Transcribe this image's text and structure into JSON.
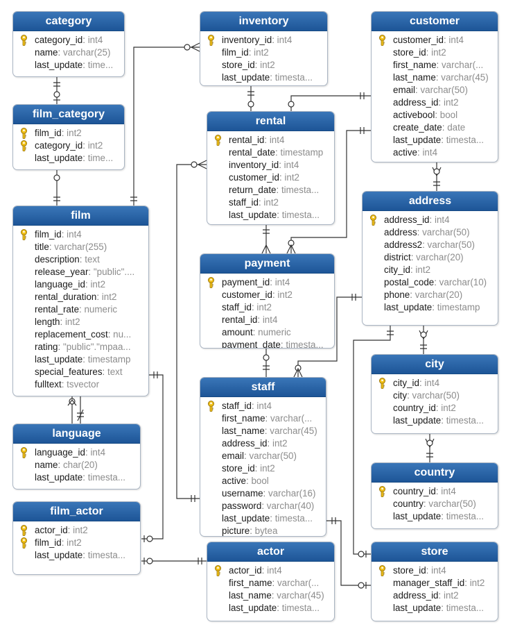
{
  "colors": {
    "header_top": "#3a76b8",
    "header_bottom": "#1d5597",
    "column_name": "#1a1a1a",
    "column_type": "#8c8c8c",
    "line": "#333333"
  },
  "icons": {
    "primary_key": "key-icon"
  },
  "tables": {
    "category": {
      "name": "category",
      "columns": [
        {
          "name": "category_id",
          "type": "int4",
          "pk": true
        },
        {
          "name": "name",
          "type": "varchar(25)"
        },
        {
          "name": "last_update",
          "type": "time..."
        }
      ]
    },
    "film_category": {
      "name": "film_category",
      "columns": [
        {
          "name": "film_id",
          "type": "int2",
          "pk": true
        },
        {
          "name": "category_id",
          "type": "int2",
          "pk": true
        },
        {
          "name": "last_update",
          "type": "time..."
        }
      ]
    },
    "film": {
      "name": "film",
      "columns": [
        {
          "name": "film_id",
          "type": "int4",
          "pk": true
        },
        {
          "name": "title",
          "type": "varchar(255)"
        },
        {
          "name": "description",
          "type": "text"
        },
        {
          "name": "release_year",
          "type": "\"public\"...."
        },
        {
          "name": "language_id",
          "type": "int2"
        },
        {
          "name": "rental_duration",
          "type": "int2"
        },
        {
          "name": "rental_rate",
          "type": "numeric"
        },
        {
          "name": "length",
          "type": "int2"
        },
        {
          "name": "replacement_cost",
          "type": "nu..."
        },
        {
          "name": "rating",
          "type": "\"public\".\"mpaa..."
        },
        {
          "name": "last_update",
          "type": "timestamp"
        },
        {
          "name": "special_features",
          "type": "text"
        },
        {
          "name": "fulltext",
          "type": "tsvector"
        }
      ]
    },
    "language": {
      "name": "language",
      "columns": [
        {
          "name": "language_id",
          "type": "int4",
          "pk": true
        },
        {
          "name": "name",
          "type": "char(20)"
        },
        {
          "name": "last_update",
          "type": "timesta..."
        }
      ]
    },
    "film_actor": {
      "name": "film_actor",
      "columns": [
        {
          "name": "actor_id",
          "type": "int2",
          "pk": true
        },
        {
          "name": "film_id",
          "type": "int2",
          "pk": true
        },
        {
          "name": "last_update",
          "type": "timesta..."
        }
      ]
    },
    "inventory": {
      "name": "inventory",
      "columns": [
        {
          "name": "inventory_id",
          "type": "int4",
          "pk": true
        },
        {
          "name": "film_id",
          "type": "int2"
        },
        {
          "name": "store_id",
          "type": "int2"
        },
        {
          "name": "last_update",
          "type": "timesta..."
        }
      ]
    },
    "rental": {
      "name": "rental",
      "columns": [
        {
          "name": "rental_id",
          "type": "int4",
          "pk": true
        },
        {
          "name": "rental_date",
          "type": "timestamp"
        },
        {
          "name": "inventory_id",
          "type": "int4"
        },
        {
          "name": "customer_id",
          "type": "int2"
        },
        {
          "name": "return_date",
          "type": "timesta..."
        },
        {
          "name": "staff_id",
          "type": "int2"
        },
        {
          "name": "last_update",
          "type": "timesta..."
        }
      ]
    },
    "payment": {
      "name": "payment",
      "columns": [
        {
          "name": "payment_id",
          "type": "int4",
          "pk": true
        },
        {
          "name": "customer_id",
          "type": "int2"
        },
        {
          "name": "staff_id",
          "type": "int2"
        },
        {
          "name": "rental_id",
          "type": "int4"
        },
        {
          "name": "amount",
          "type": "numeric"
        },
        {
          "name": "payment_date",
          "type": "timesta..."
        }
      ]
    },
    "staff": {
      "name": "staff",
      "columns": [
        {
          "name": "staff_id",
          "type": "int4",
          "pk": true
        },
        {
          "name": "first_name",
          "type": "varchar(..."
        },
        {
          "name": "last_name",
          "type": "varchar(45)"
        },
        {
          "name": "address_id",
          "type": "int2"
        },
        {
          "name": "email",
          "type": "varchar(50)"
        },
        {
          "name": "store_id",
          "type": "int2"
        },
        {
          "name": "active",
          "type": "bool"
        },
        {
          "name": "username",
          "type": "varchar(16)"
        },
        {
          "name": "password",
          "type": "varchar(40)"
        },
        {
          "name": "last_update",
          "type": "timesta..."
        },
        {
          "name": "picture",
          "type": "bytea"
        }
      ]
    },
    "actor": {
      "name": "actor",
      "columns": [
        {
          "name": "actor_id",
          "type": "int4",
          "pk": true
        },
        {
          "name": "first_name",
          "type": "varchar(..."
        },
        {
          "name": "last_name",
          "type": "varchar(45)"
        },
        {
          "name": "last_update",
          "type": "timesta..."
        }
      ]
    },
    "customer": {
      "name": "customer",
      "columns": [
        {
          "name": "customer_id",
          "type": "int4",
          "pk": true
        },
        {
          "name": "store_id",
          "type": "int2"
        },
        {
          "name": "first_name",
          "type": "varchar(..."
        },
        {
          "name": "last_name",
          "type": "varchar(45)"
        },
        {
          "name": "email",
          "type": "varchar(50)"
        },
        {
          "name": "address_id",
          "type": "int2"
        },
        {
          "name": "activebool",
          "type": "bool"
        },
        {
          "name": "create_date",
          "type": "date"
        },
        {
          "name": "last_update",
          "type": "timesta..."
        },
        {
          "name": "active",
          "type": "int4"
        }
      ]
    },
    "address": {
      "name": "address",
      "columns": [
        {
          "name": "address_id",
          "type": "int4",
          "pk": true
        },
        {
          "name": "address",
          "type": "varchar(50)"
        },
        {
          "name": "address2",
          "type": "varchar(50)"
        },
        {
          "name": "district",
          "type": "varchar(20)"
        },
        {
          "name": "city_id",
          "type": "int2"
        },
        {
          "name": "postal_code",
          "type": "varchar(10)"
        },
        {
          "name": "phone",
          "type": "varchar(20)"
        },
        {
          "name": "last_update",
          "type": "timestamp"
        }
      ]
    },
    "city": {
      "name": "city",
      "columns": [
        {
          "name": "city_id",
          "type": "int4",
          "pk": true
        },
        {
          "name": "city",
          "type": "varchar(50)"
        },
        {
          "name": "country_id",
          "type": "int2"
        },
        {
          "name": "last_update",
          "type": "timesta..."
        }
      ]
    },
    "country": {
      "name": "country",
      "columns": [
        {
          "name": "country_id",
          "type": "int4",
          "pk": true
        },
        {
          "name": "country",
          "type": "varchar(50)"
        },
        {
          "name": "last_update",
          "type": "timesta..."
        }
      ]
    },
    "store": {
      "name": "store",
      "columns": [
        {
          "name": "store_id",
          "type": "int4",
          "pk": true
        },
        {
          "name": "manager_staff_id",
          "type": "int2"
        },
        {
          "name": "address_id",
          "type": "int2"
        },
        {
          "name": "last_update",
          "type": "timesta..."
        }
      ]
    }
  }
}
